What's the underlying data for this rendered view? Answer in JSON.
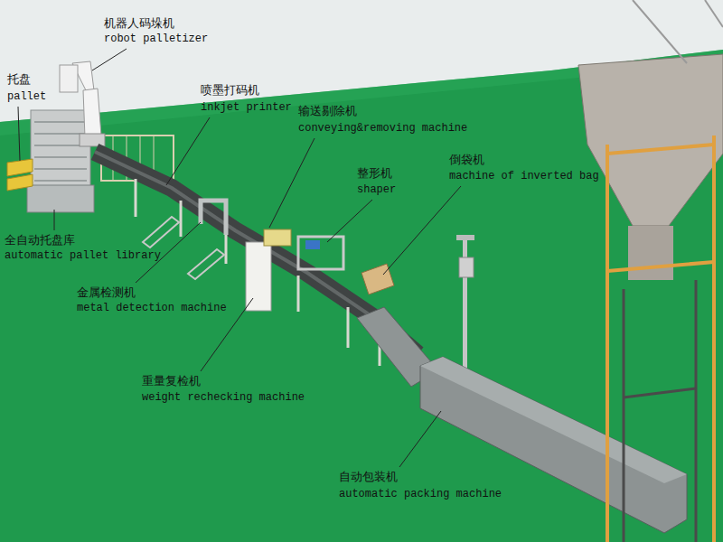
{
  "diagram": {
    "labels": [
      "机器人码垛机",
      "robot palletizer",
      "托盘",
      "pallet",
      "喷墨打码机",
      "inkjet printer",
      "输送剔除机",
      "conveying&removing machine",
      "整形机",
      "shaper",
      "倒袋机",
      "machine of inverted bag",
      "全自动托盘库",
      "automatic pallet library",
      "金属检测机",
      "metal detection machine",
      "重量复检机",
      "weight rechecking machine",
      "自动包装机",
      "automatic packing machine"
    ]
  }
}
